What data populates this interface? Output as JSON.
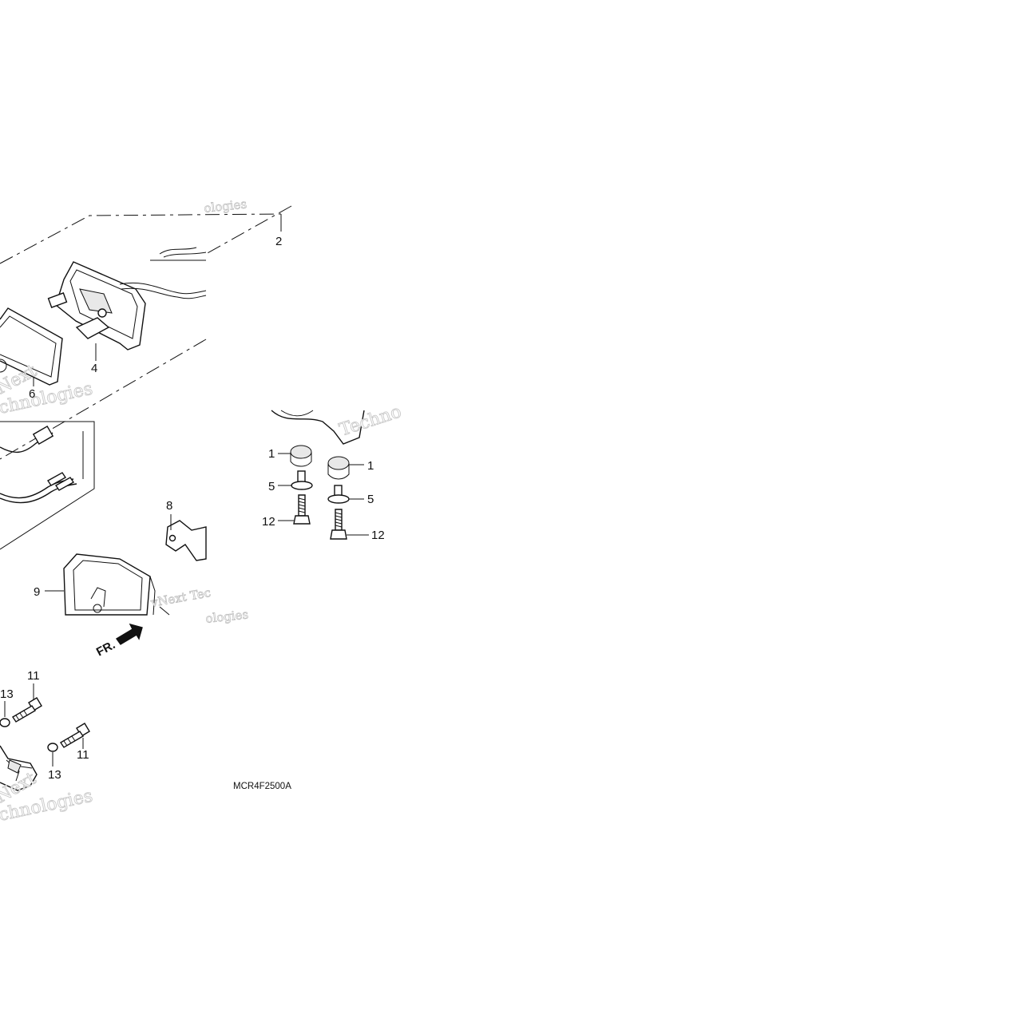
{
  "diagram_code": "MCR4F2500A",
  "orientation_label": "FR.",
  "watermarks": [
    "ologies",
    "Next",
    "chnologies",
    "Techno",
    "vNext Tec",
    "ologies",
    "Next",
    "chnologies"
  ],
  "callouts": {
    "c1a": "1",
    "c1b": "1",
    "c2": "2",
    "c4": "4",
    "c5a": "5",
    "c5b": "5",
    "c6": "6",
    "c8": "8",
    "c9": "9",
    "c11a": "11",
    "c11b": "11",
    "c12a": "12",
    "c12b": "12",
    "c13a": "13",
    "c13b": "13"
  }
}
